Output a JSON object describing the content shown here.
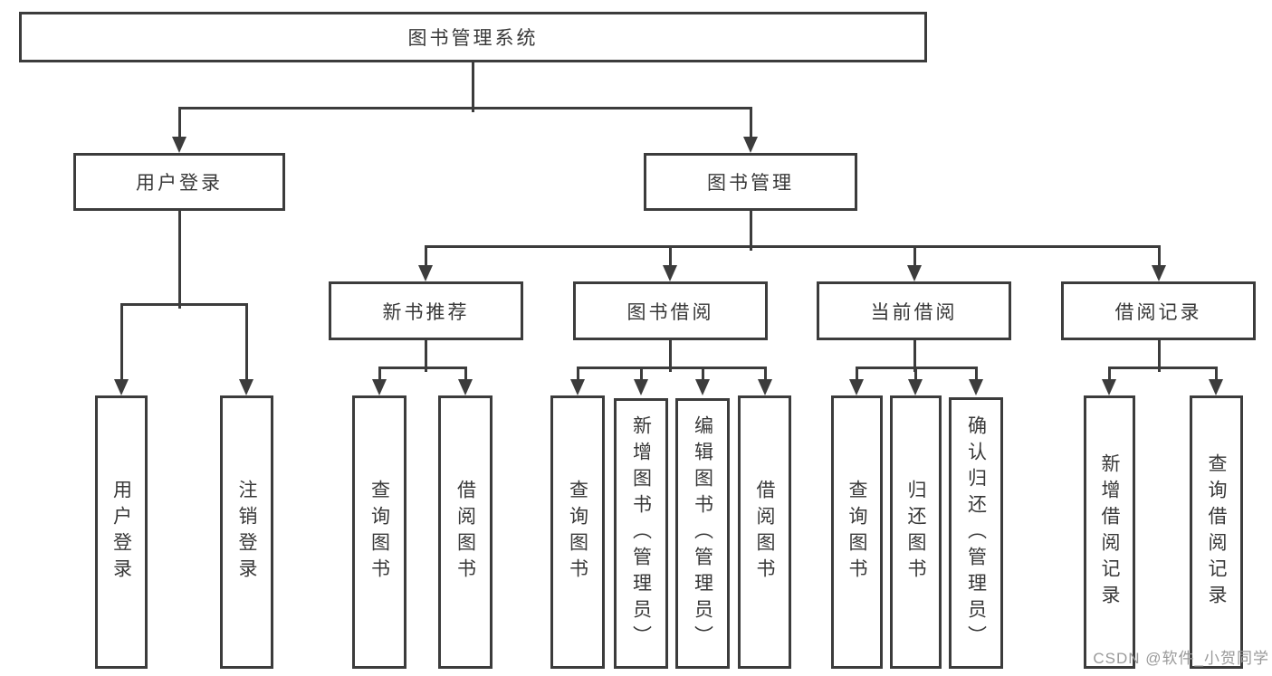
{
  "diagram_title": "图书管理系统",
  "watermark": {
    "text": "CSDN @软件_小贺同学"
  },
  "colors": {
    "line": "#3c3c3c",
    "text": "#383838",
    "box_fill": "#ffffff",
    "background": "#ffffff",
    "watermark": "#9a9a9a"
  },
  "nodes": [
    {
      "id": "root",
      "label": "图书管理系统",
      "parent": null,
      "level": 1
    },
    {
      "id": "login",
      "label": "用户登录",
      "parent": "root",
      "level": 2
    },
    {
      "id": "mgmt",
      "label": "图书管理",
      "parent": "root",
      "level": 2
    },
    {
      "id": "user-login",
      "label": "用户登录",
      "parent": "login",
      "level": 3
    },
    {
      "id": "logout",
      "label": "注销登录",
      "parent": "login",
      "level": 3
    },
    {
      "id": "new-book-recommend",
      "label": "新书推荐",
      "parent": "mgmt",
      "level": 3
    },
    {
      "id": "book-borrow",
      "label": "图书借阅",
      "parent": "mgmt",
      "level": 3
    },
    {
      "id": "current-borrow",
      "label": "当前借阅",
      "parent": "mgmt",
      "level": 3
    },
    {
      "id": "borrow-records",
      "label": "借阅记录",
      "parent": "mgmt",
      "level": 3
    },
    {
      "id": "query-books-1",
      "label": "查询图书",
      "parent": "new-book-recommend",
      "level": 4
    },
    {
      "id": "borrow-books-1",
      "label": "借阅图书",
      "parent": "new-book-recommend",
      "level": 4
    },
    {
      "id": "query-books-2",
      "label": "查询图书",
      "parent": "book-borrow",
      "level": 4
    },
    {
      "id": "add-books-admin",
      "label": "新增图书（管理员）",
      "parent": "book-borrow",
      "level": 4
    },
    {
      "id": "edit-books-admin",
      "label": "编辑图书（管理员）",
      "parent": "book-borrow",
      "level": 4
    },
    {
      "id": "borrow-books-2",
      "label": "借阅图书",
      "parent": "book-borrow",
      "level": 4
    },
    {
      "id": "query-books-3",
      "label": "查询图书",
      "parent": "current-borrow",
      "level": 4
    },
    {
      "id": "return-books",
      "label": "归还图书",
      "parent": "current-borrow",
      "level": 4
    },
    {
      "id": "confirm-return-admin",
      "label": "确认归还（管理员）",
      "parent": "current-borrow",
      "level": 4
    },
    {
      "id": "add-borrow-record",
      "label": "新增借阅记录",
      "parent": "borrow-records",
      "level": 4
    },
    {
      "id": "query-borrow-record",
      "label": "查询借阅记录",
      "parent": "borrow-records",
      "level": 4
    }
  ]
}
